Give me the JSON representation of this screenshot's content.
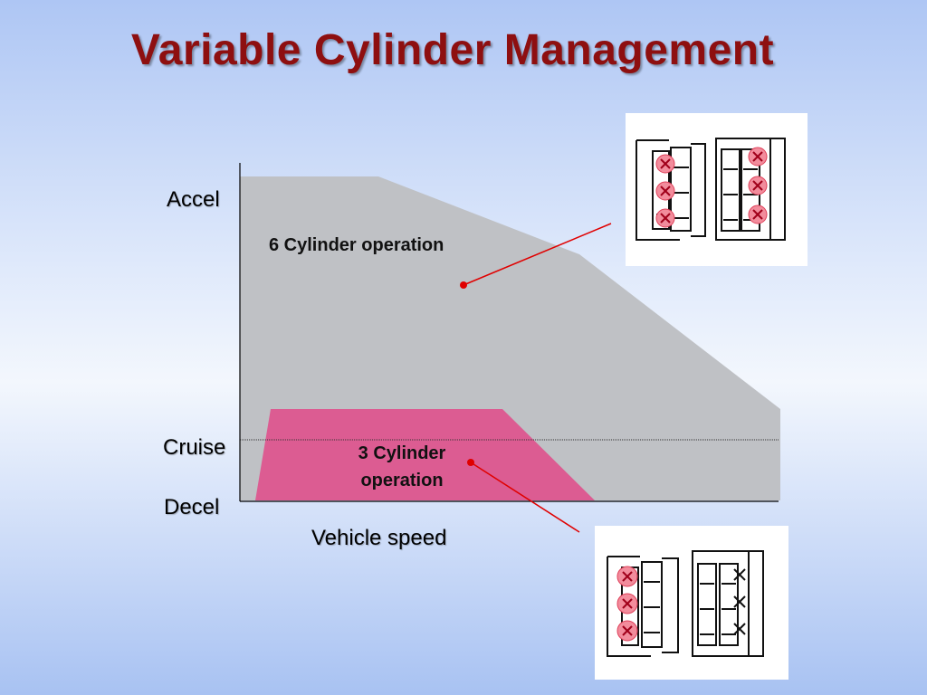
{
  "title": "Variable Cylinder Management",
  "axis": {
    "y_labels": {
      "accel": "Accel",
      "cruise": "Cruise",
      "decel": "Decel"
    },
    "x_label": "Vehicle speed"
  },
  "regions": {
    "six": {
      "label": "6 Cylinder operation",
      "color": "#bfc1c5"
    },
    "three": {
      "line1": "3 Cylinder",
      "line2": "operation",
      "color": "#dc5c92"
    }
  },
  "colors": {
    "title": "#8e0f10",
    "callout": "#e00000"
  }
}
